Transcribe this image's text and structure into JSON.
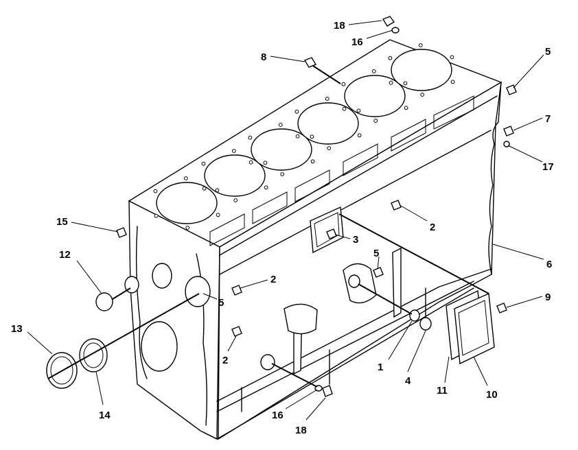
{
  "callouts": [
    {
      "id": "c18a",
      "text": "18"
    },
    {
      "id": "c16a",
      "text": "16"
    },
    {
      "id": "c8",
      "text": "8"
    },
    {
      "id": "c5a",
      "text": "5"
    },
    {
      "id": "c7",
      "text": "7"
    },
    {
      "id": "c17",
      "text": "17"
    },
    {
      "id": "c2a",
      "text": "2"
    },
    {
      "id": "c15",
      "text": "15"
    },
    {
      "id": "c3",
      "text": "3"
    },
    {
      "id": "c12",
      "text": "12"
    },
    {
      "id": "c5b",
      "text": "5"
    },
    {
      "id": "c6",
      "text": "6"
    },
    {
      "id": "c2b",
      "text": "2"
    },
    {
      "id": "c5c",
      "text": "5"
    },
    {
      "id": "c9",
      "text": "9"
    },
    {
      "id": "c13",
      "text": "13"
    },
    {
      "id": "c2c",
      "text": "2"
    },
    {
      "id": "c1",
      "text": "1"
    },
    {
      "id": "c4",
      "text": "4"
    },
    {
      "id": "c11",
      "text": "11"
    },
    {
      "id": "c10",
      "text": "10"
    },
    {
      "id": "c14",
      "text": "14"
    },
    {
      "id": "c16b",
      "text": "16"
    },
    {
      "id": "c18b",
      "text": "18"
    }
  ]
}
